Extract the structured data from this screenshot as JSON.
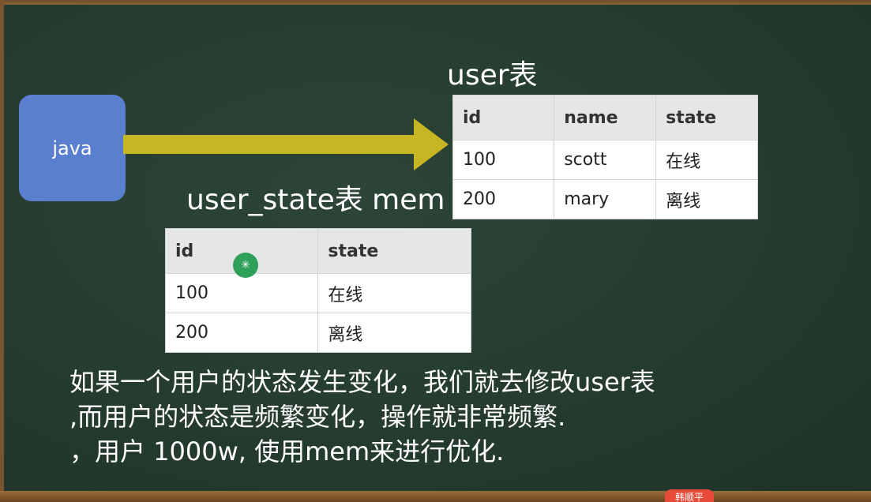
{
  "java_box": {
    "label": "java"
  },
  "user_table": {
    "title": "user表",
    "headers": [
      "id",
      "name",
      "state"
    ],
    "rows": [
      [
        "100",
        "scott",
        "在线"
      ],
      [
        "200",
        "mary",
        "离线"
      ]
    ]
  },
  "state_table": {
    "title": "user_state表 mem",
    "headers": [
      "id",
      "state"
    ],
    "rows": [
      [
        "100",
        "在线"
      ],
      [
        "200",
        "离线"
      ]
    ]
  },
  "description": [
    "如果一个用户的状态发生变化，我们就去修改user表",
    ",而用户的状态是频繁变化，操作就非常频繁.",
    "，用户 1000w, 使用mem来进行优化."
  ],
  "colors": {
    "board": "#263d30",
    "java_box": "#5b7fcf",
    "arrow": "#c7b523",
    "header_bg": "#e6e6e6"
  },
  "cursor_icon": "cursor-highlight-icon",
  "corner_badge": {
    "label": "韩顺平"
  }
}
